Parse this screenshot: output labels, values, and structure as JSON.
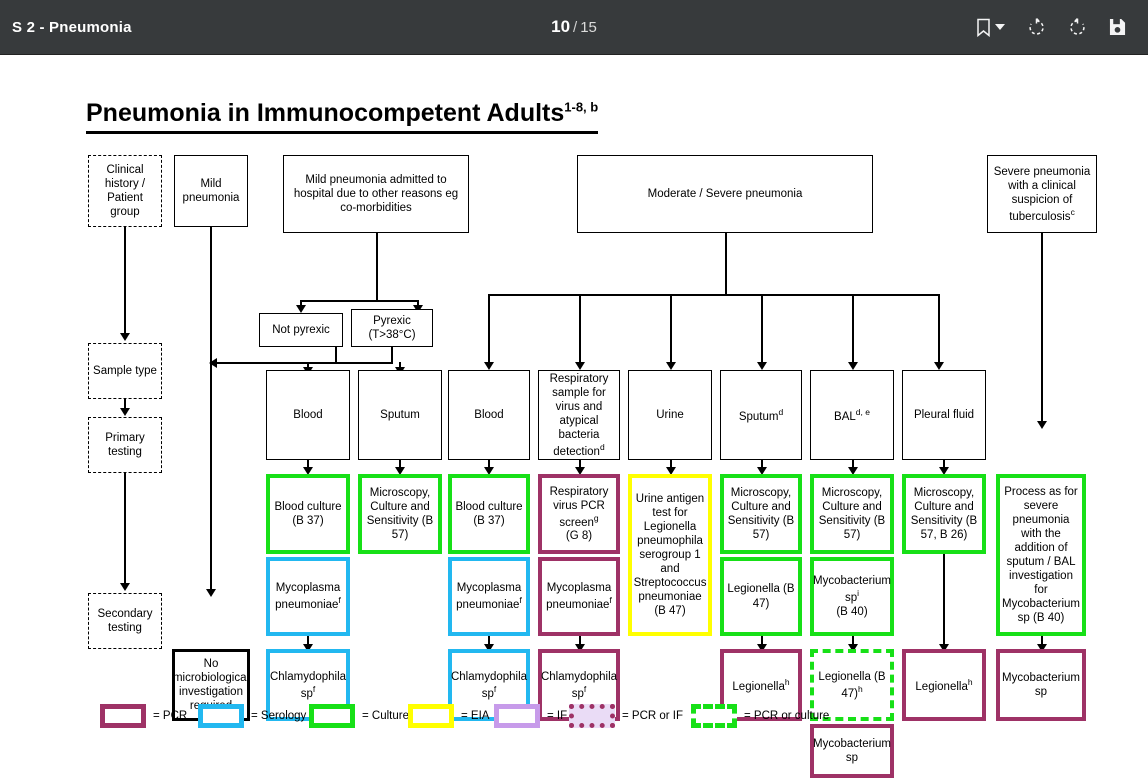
{
  "toolbar": {
    "doc_title": "S 2 - Pneumonia",
    "current_page": "10",
    "separator": "/",
    "total_pages": "15",
    "bookmark_icon": "bookmark-icon",
    "rotate_cw_icon": "rotate-clockwise-icon",
    "rotate_ccw_icon": "rotate-counterclockwise-icon",
    "save_icon": "save-icon",
    "bg_color": "#373a3c"
  },
  "page_edge_text": "Pneu",
  "document": {
    "title": "Pneumonia in Immunocompetent Adults",
    "title_sup": "1-8, b"
  },
  "stage_labels": [
    {
      "label": "Clinical history / Patient group"
    },
    {
      "label": "Sample type"
    },
    {
      "label": "Primary testing"
    },
    {
      "label": "Secondary testing"
    }
  ],
  "clinical_boxes": [
    {
      "label": "Mild pneumonia"
    },
    {
      "label": "Mild pneumonia admitted to hospital due to other reasons eg co-morbidities"
    },
    {
      "label": "Moderate / Severe pneumonia"
    },
    {
      "label": "Severe pneumonia with a clinical suspicion of tuberculosis",
      "sup": "c"
    }
  ],
  "pyrexia_boxes": [
    {
      "label": "Not pyrexic"
    },
    {
      "label": "Pyrexic (T>38°C)"
    }
  ],
  "sample_types": [
    {
      "label": "Blood"
    },
    {
      "label": "Sputum"
    },
    {
      "label": "Blood"
    },
    {
      "label": "Respiratory sample for virus and atypical bacteria detection",
      "sup": "d"
    },
    {
      "label": "Urine"
    },
    {
      "label": "Sputum",
      "sup": "d"
    },
    {
      "label": "BAL",
      "sup": "d, e"
    },
    {
      "label": "Pleural fluid"
    }
  ],
  "primary_tests": [
    {
      "label": "Blood culture (B 37)",
      "type": "culture"
    },
    {
      "label": "Microscopy, Culture and Sensitivity (B 57)",
      "type": "culture"
    },
    {
      "label": "Blood culture (B 37)",
      "type": "culture"
    },
    {
      "label": "Respiratory virus PCR screen",
      "sup": "g",
      "label2": "(G 8)",
      "type": "pcr"
    },
    {
      "label": "Urine antigen test for Legionella pneumophila serogroup 1 and Streptococcus pneumoniae (B 47)",
      "type": "eia"
    },
    {
      "label": "Microscopy, Culture and Sensitivity (B 57)",
      "type": "culture"
    },
    {
      "label": "Microscopy, Culture and Sensitivity (B 57)",
      "type": "culture"
    },
    {
      "label": "Microscopy, Culture and Sensitivity (B 57, B 26)",
      "type": "culture"
    },
    {
      "label": "Process as for severe pneumonia with the addition of sputum / BAL investigation for Mycobacterium sp (B 40)",
      "type": "culture"
    }
  ],
  "primary_tests_second_row": [
    {
      "label": "Mycoplasma pneumoniae",
      "sup": "f",
      "type": "serology"
    },
    {
      "label": "Mycoplasma pneumoniae",
      "sup": "f",
      "type": "serology"
    },
    {
      "label": "Mycoplasma pneumoniae",
      "sup": "f",
      "type": "pcr"
    },
    {
      "label": "Legionella (B 47)",
      "type": "culture"
    },
    {
      "label": "Mycobacterium sp",
      "sup": "i",
      "label2": "(B 40)",
      "type": "culture"
    }
  ],
  "secondary_tests": [
    {
      "label": "No microbiological investigation required",
      "type": "plain-thick"
    },
    {
      "label": "Chlamydophila sp",
      "sup": "f",
      "type": "serology"
    },
    {
      "label": "Chlamydophila sp",
      "sup": "f",
      "type": "serology"
    },
    {
      "label": "Chlamydophila sp",
      "sup": "f",
      "type": "pcr"
    },
    {
      "label": "Legionella",
      "sup": "h",
      "type": "pcr"
    },
    {
      "label": "Legionella (B 47)",
      "sup": "h",
      "type": "pcr-or-culture"
    },
    {
      "label": "Mycobacterium sp",
      "type": "pcr"
    },
    {
      "label": "Legionella",
      "sup": "h",
      "type": "pcr"
    },
    {
      "label": "Mycobacterium sp",
      "type": "pcr"
    }
  ],
  "legend": [
    {
      "label": "= PCR",
      "type": "pcr",
      "color": "#9e3266"
    },
    {
      "label": "= Serology",
      "type": "serology",
      "color": "#22b8f0"
    },
    {
      "label": "= Culture",
      "type": "culture",
      "color": "#17e017"
    },
    {
      "label": "= EIA",
      "type": "eia",
      "color": "#ffff00"
    },
    {
      "label": "= IF",
      "type": "if",
      "color": "#c79bea"
    },
    {
      "label": "= PCR or IF",
      "type": "pcr-if",
      "color": "#9e3266"
    },
    {
      "label": "= PCR or culture",
      "type": "pcr-culture",
      "color": "#17e017"
    }
  ]
}
